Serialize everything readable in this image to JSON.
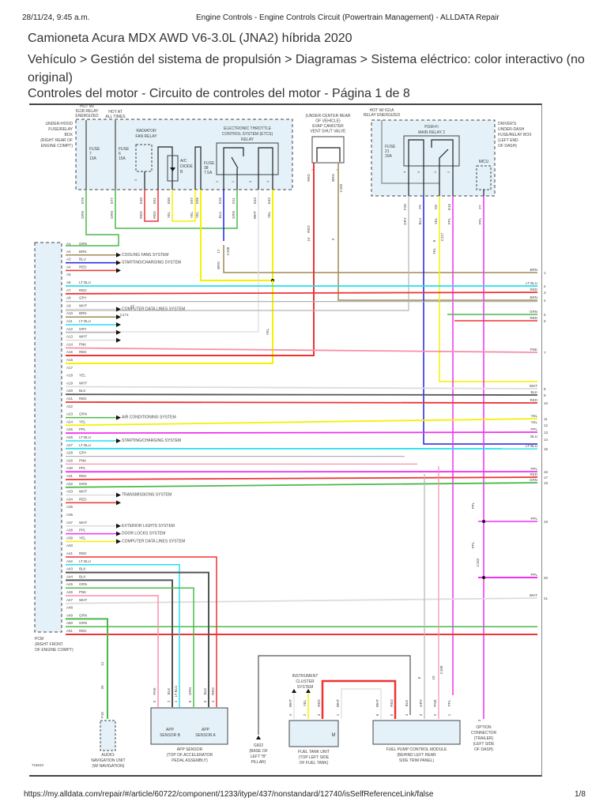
{
  "browser_header": {
    "timestamp": "28/11/24, 9:45 a.m.",
    "page_title": "Engine Controls - Engine Controls Circuit (Powertrain Management) - ALLDATA Repair"
  },
  "document": {
    "vehicle": "Camioneta Acura MDX AWD V6-3.0L (JNA2) híbrida 2020",
    "breadcrumb": "Vehículo > Gestión del sistema de propulsión > Diagramas > Sistema eléctrico: color interactivo (no original)",
    "subtitle": "Controles del motor - Circuito de controles del motor - Página 1 de 8"
  },
  "footer": {
    "url": "https://my.alldata.com/repair/#/article/60722/component/1233/itype/437/nonstandard/12740/isSelfReferenceLink/false",
    "page_indicator": "1/8"
  },
  "wire_colors": {
    "GRN": "#4cb84c",
    "BRN": "#a08a50",
    "BLU": "#2222dd",
    "RED": "#ee3333",
    "LT BLU": "#22e0f0",
    "GRY": "#b4b4b4",
    "WHT": "#dcdcdc",
    "PNK": "#f890a8",
    "YEL": "#f5f000",
    "BLK": "#555555",
    "PPL": "#f030f0"
  },
  "diagram": {
    "figure_id": "716610",
    "components": {
      "underhood_box": [
        "UNDER-HOOD",
        "FUSE/RELAY",
        "BOX",
        "(RIGHT REAR OF",
        "ENGINE COMPT)"
      ],
      "hot_ig1b": [
        "HOT W/",
        "IG1B RELAY",
        "ENERGIZED"
      ],
      "hot_all_times": [
        "HOT AT",
        "ALL TIMES"
      ],
      "fuse7": [
        "FUSE",
        "7",
        "10A"
      ],
      "fuse6": [
        "FUSE",
        "6",
        "15A"
      ],
      "radiator_fan_relay": [
        "RADIATOR",
        "FAN RELAY"
      ],
      "ac_diode": [
        "A/C",
        "DIODE",
        "B"
      ],
      "fuse38": [
        "FUSE",
        "38",
        "7.5A"
      ],
      "etcs_relay": [
        "ELECTRONIC THROTTLE",
        "CONTROL SYSTEM (ETCS)",
        "RELAY"
      ],
      "evap_valve": [
        "(UNDER-CENTER REAR",
        "OF VEHICLE)",
        "EVAP CANISTER",
        "VENT SHUT VALVE"
      ],
      "hot_ig1a": [
        "HOT W/ IG1A",
        "RELAY ENERGIZED"
      ],
      "fuse21": [
        "FUSE",
        "21",
        "20A"
      ],
      "pgmfi_relay": [
        "PGM-FI",
        "MAIN RELAY 2"
      ],
      "micu": "MICU",
      "driver_box": [
        "DRIVER'S",
        "UNDER-DASH",
        "FUSE/RELAY BOX",
        "(LEFT END",
        "OF DASH)"
      ],
      "pcm": [
        "PCM",
        "(RIGHT FRONT",
        "OF ENGINE COMPT)"
      ],
      "audio_nav": [
        "AUDIO-",
        "NAVIGATION UNIT",
        "(W/ NAVIGATION)"
      ],
      "app_sensor_b": [
        "APP",
        "SENSOR B"
      ],
      "app_sensor_a": [
        "APP",
        "SENSOR A"
      ],
      "app_sensor": [
        "APP SENSOR",
        "(TOP OF ACCELERATOR",
        "PEDAL ASSEMBLY)"
      ],
      "g602": [
        "G602",
        "(BASE OF",
        "LEFT \"B\"",
        "PILLAR)"
      ],
      "instrument_cluster": [
        "INSTRUMENT",
        "CLUSTER",
        "SYSTEM"
      ],
      "fuel_tank_unit": [
        "FUEL TANK UNIT",
        "(TOP LEFT SIDE",
        "OF FUEL TANK)"
      ],
      "fuel_pump_module": [
        "FUEL PUMP CONTROL MODULE",
        "(BEHIND LEFT REAR",
        "SIDE TRIM PANEL)"
      ],
      "option_connector": [
        "OPTION",
        "CONNECTOR",
        "(TRAILER)",
        "(LEFT SIDE",
        "OF DASH)"
      ]
    },
    "pcm_pins": [
      {
        "pin": "A1",
        "color": "GRN"
      },
      {
        "pin": "A2",
        "color": "BRN"
      },
      {
        "pin": "A3",
        "color": "BLU"
      },
      {
        "pin": "A4",
        "color": "RED"
      },
      {
        "pin": "A5",
        "color": ""
      },
      {
        "pin": "A6",
        "color": "LT BLU"
      },
      {
        "pin": "A7",
        "color": "RED"
      },
      {
        "pin": "A8",
        "color": "GRY"
      },
      {
        "pin": "A9",
        "color": "WHT"
      },
      {
        "pin": "A10",
        "color": "BRN"
      },
      {
        "pin": "A11",
        "color": "LT BLU"
      },
      {
        "pin": "A12",
        "color": "GRY"
      },
      {
        "pin": "A13",
        "color": "WHT"
      },
      {
        "pin": "A14",
        "color": "PNK"
      },
      {
        "pin": "A15",
        "color": "RED"
      },
      {
        "pin": "A16",
        "color": ""
      },
      {
        "pin": "A17",
        "color": ""
      },
      {
        "pin": "A18",
        "color": "YEL"
      },
      {
        "pin": "A19",
        "color": "WHT"
      },
      {
        "pin": "A20",
        "color": "BLK"
      },
      {
        "pin": "A21",
        "color": "RED"
      },
      {
        "pin": "A22",
        "color": ""
      },
      {
        "pin": "A23",
        "color": "GRN"
      },
      {
        "pin": "A24",
        "color": "YEL"
      },
      {
        "pin": "A25",
        "color": "PPL"
      },
      {
        "pin": "A26",
        "color": "LT BLU"
      },
      {
        "pin": "A27",
        "color": "LT BLU"
      },
      {
        "pin": "A28",
        "color": "GRY"
      },
      {
        "pin": "A29",
        "color": "PNK"
      },
      {
        "pin": "A30",
        "color": "PPL"
      },
      {
        "pin": "A31",
        "color": "RED"
      },
      {
        "pin": "A32",
        "color": "GRN"
      },
      {
        "pin": "A33",
        "color": "WHT"
      },
      {
        "pin": "A34",
        "color": "RED"
      },
      {
        "pin": "A35",
        "color": ""
      },
      {
        "pin": "A36",
        "color": ""
      },
      {
        "pin": "A37",
        "color": "WHT"
      },
      {
        "pin": "A38",
        "color": "PPL"
      },
      {
        "pin": "A39",
        "color": "YEL"
      },
      {
        "pin": "A40",
        "color": ""
      },
      {
        "pin": "A41",
        "color": "RED"
      },
      {
        "pin": "A42",
        "color": "LT BLU"
      },
      {
        "pin": "A43",
        "color": "BLK"
      },
      {
        "pin": "A44",
        "color": "BLK"
      },
      {
        "pin": "A45",
        "color": "GRN"
      },
      {
        "pin": "A46",
        "color": "PNK"
      },
      {
        "pin": "A47",
        "color": "WHT"
      },
      {
        "pin": "A48",
        "color": ""
      },
      {
        "pin": "A49",
        "color": "GRN"
      },
      {
        "pin": "A50",
        "color": "GRN"
      },
      {
        "pin": "A51",
        "color": "RED"
      }
    ],
    "system_arrows": [
      {
        "label": "COOLING FANS SYSTEM",
        "pins": [
          "A2"
        ]
      },
      {
        "label": "STARTING/CHARGING SYSTEM",
        "pins": [
          "A3",
          "A4"
        ]
      },
      {
        "label": "COMPUTER DATA LINES SYSTEM",
        "pins": [
          "A9",
          "A10",
          "A11",
          "A12",
          "A13"
        ]
      },
      {
        "label": "AIR CONDITIONING SYSTEM",
        "pins": [
          "A23"
        ]
      },
      {
        "label": "STARTING/CHARGING SYSTEM",
        "pins": [
          "A26"
        ]
      },
      {
        "label": "TRANSMISSIONS SYSTEM",
        "pins": [
          "A33",
          "A34"
        ]
      },
      {
        "label": "EXTERIOR LIGHTS SYSTEM",
        "pins": [
          "A37"
        ]
      },
      {
        "label": "DOOR LOCKS SYSTEM",
        "pins": [
          "A38"
        ]
      },
      {
        "label": "COMPUTER DATA LINES SYSTEM",
        "pins": [
          "A39"
        ]
      }
    ],
    "right_refs": [
      {
        "n": "1",
        "color": "BRN"
      },
      {
        "n": "2",
        "color": "LT BLU"
      },
      {
        "n": "3",
        "color": "RED"
      },
      {
        "n": "4",
        "color": "BRN"
      },
      {
        "n": "5",
        "color": "GRN"
      },
      {
        "n": "6",
        "color": "RED"
      },
      {
        "n": "7",
        "color": "PNK"
      },
      {
        "n": "8",
        "color": "WHT"
      },
      {
        "n": "9",
        "color": "BLK"
      },
      {
        "n": "10",
        "color": "RED"
      },
      {
        "n": "11",
        "color": "YEL"
      },
      {
        "n": "12",
        "color": "YEL"
      },
      {
        "n": "13",
        "color": "PPL"
      },
      {
        "n": "14",
        "color": "BLU"
      },
      {
        "n": "15",
        "color": "LT BLU"
      },
      {
        "n": "16",
        "color": "PPL"
      },
      {
        "n": "17",
        "color": "RED"
      },
      {
        "n": "18",
        "color": "GRN"
      },
      {
        "n": "19",
        "color": "PPL"
      },
      {
        "n": "20",
        "color": "PPL"
      },
      {
        "n": "21",
        "color": "WHT"
      }
    ],
    "top_terminals": [
      {
        "id": "E76",
        "color": "GRN"
      },
      {
        "id": "E77",
        "color": "GRN"
      },
      {
        "id": "E40",
        "color": "RED"
      },
      {
        "id": "E51",
        "color": "RED"
      },
      {
        "id": "E50",
        "color": "YEL"
      },
      {
        "id": "E97",
        "color": "YEL"
      },
      {
        "id": "E96",
        "color": "YEL"
      },
      {
        "id": "E10",
        "color": "BLU"
      },
      {
        "id": "E11",
        "color": "GRN"
      },
      {
        "id": "E43",
        "color": "WHT"
      },
      {
        "id": "E42",
        "color": "YEL"
      },
      {
        "id": "F20",
        "color": "GRY"
      },
      {
        "id": "F9",
        "color": "BLU"
      },
      {
        "id": "K8",
        "color": "YEL"
      },
      {
        "id": "E16",
        "color": "PPL"
      },
      {
        "id": "F7",
        "color": "PPL"
      }
    ],
    "connectors": [
      "C171",
      "C108",
      "C102",
      "C117",
      "C152",
      "C130",
      "C168"
    ],
    "connector_pins": {
      "C171": "17",
      "C108_top": "17",
      "C108_red": "15",
      "C102": "3",
      "C117": "8",
      "C152": "4",
      "C130_a": "12",
      "C130_b": "25",
      "C168_a": "8",
      "C168_b": "10"
    },
    "app_pins": [
      {
        "pin": "3",
        "color": "PNK"
      },
      {
        "pin": "2",
        "color": "BLK"
      },
      {
        "pin": "1",
        "color": "LT BLU"
      },
      {
        "pin": "6",
        "color": "GRN"
      },
      {
        "pin": "5",
        "color": "BLK"
      },
      {
        "pin": "4",
        "color": "RED"
      }
    ],
    "fuel_tank_pins": [
      {
        "pin": "4",
        "color": "WHT"
      },
      {
        "pin": "2",
        "color": "YEL"
      },
      {
        "pin": "3",
        "color": "RED"
      },
      {
        "pin": "1",
        "color": "WHT"
      }
    ],
    "fuel_pump_pins": [
      {
        "pin": "6",
        "color": "WHT"
      },
      {
        "pin": "5",
        "color": "RED"
      },
      {
        "pin": "4",
        "color": "BLK"
      },
      {
        "pin": "3",
        "color": "GRY"
      },
      {
        "pin": "2",
        "color": "PNK"
      },
      {
        "pin": "1",
        "color": "PPL"
      }
    ],
    "audio_nav_pin": {
      "pin": "F10",
      "color": "GRN"
    },
    "option_pin": {
      "pin": "3",
      "color": "PPL"
    },
    "etcs_pins": [
      "2",
      "1",
      "3",
      "4"
    ],
    "pgmfi_pins": [
      "4",
      "3",
      "1",
      "2"
    ],
    "evap_pins": [
      "2",
      "1"
    ],
    "radiator_relay_pin": "3",
    "g602_wire": "BLK"
  }
}
